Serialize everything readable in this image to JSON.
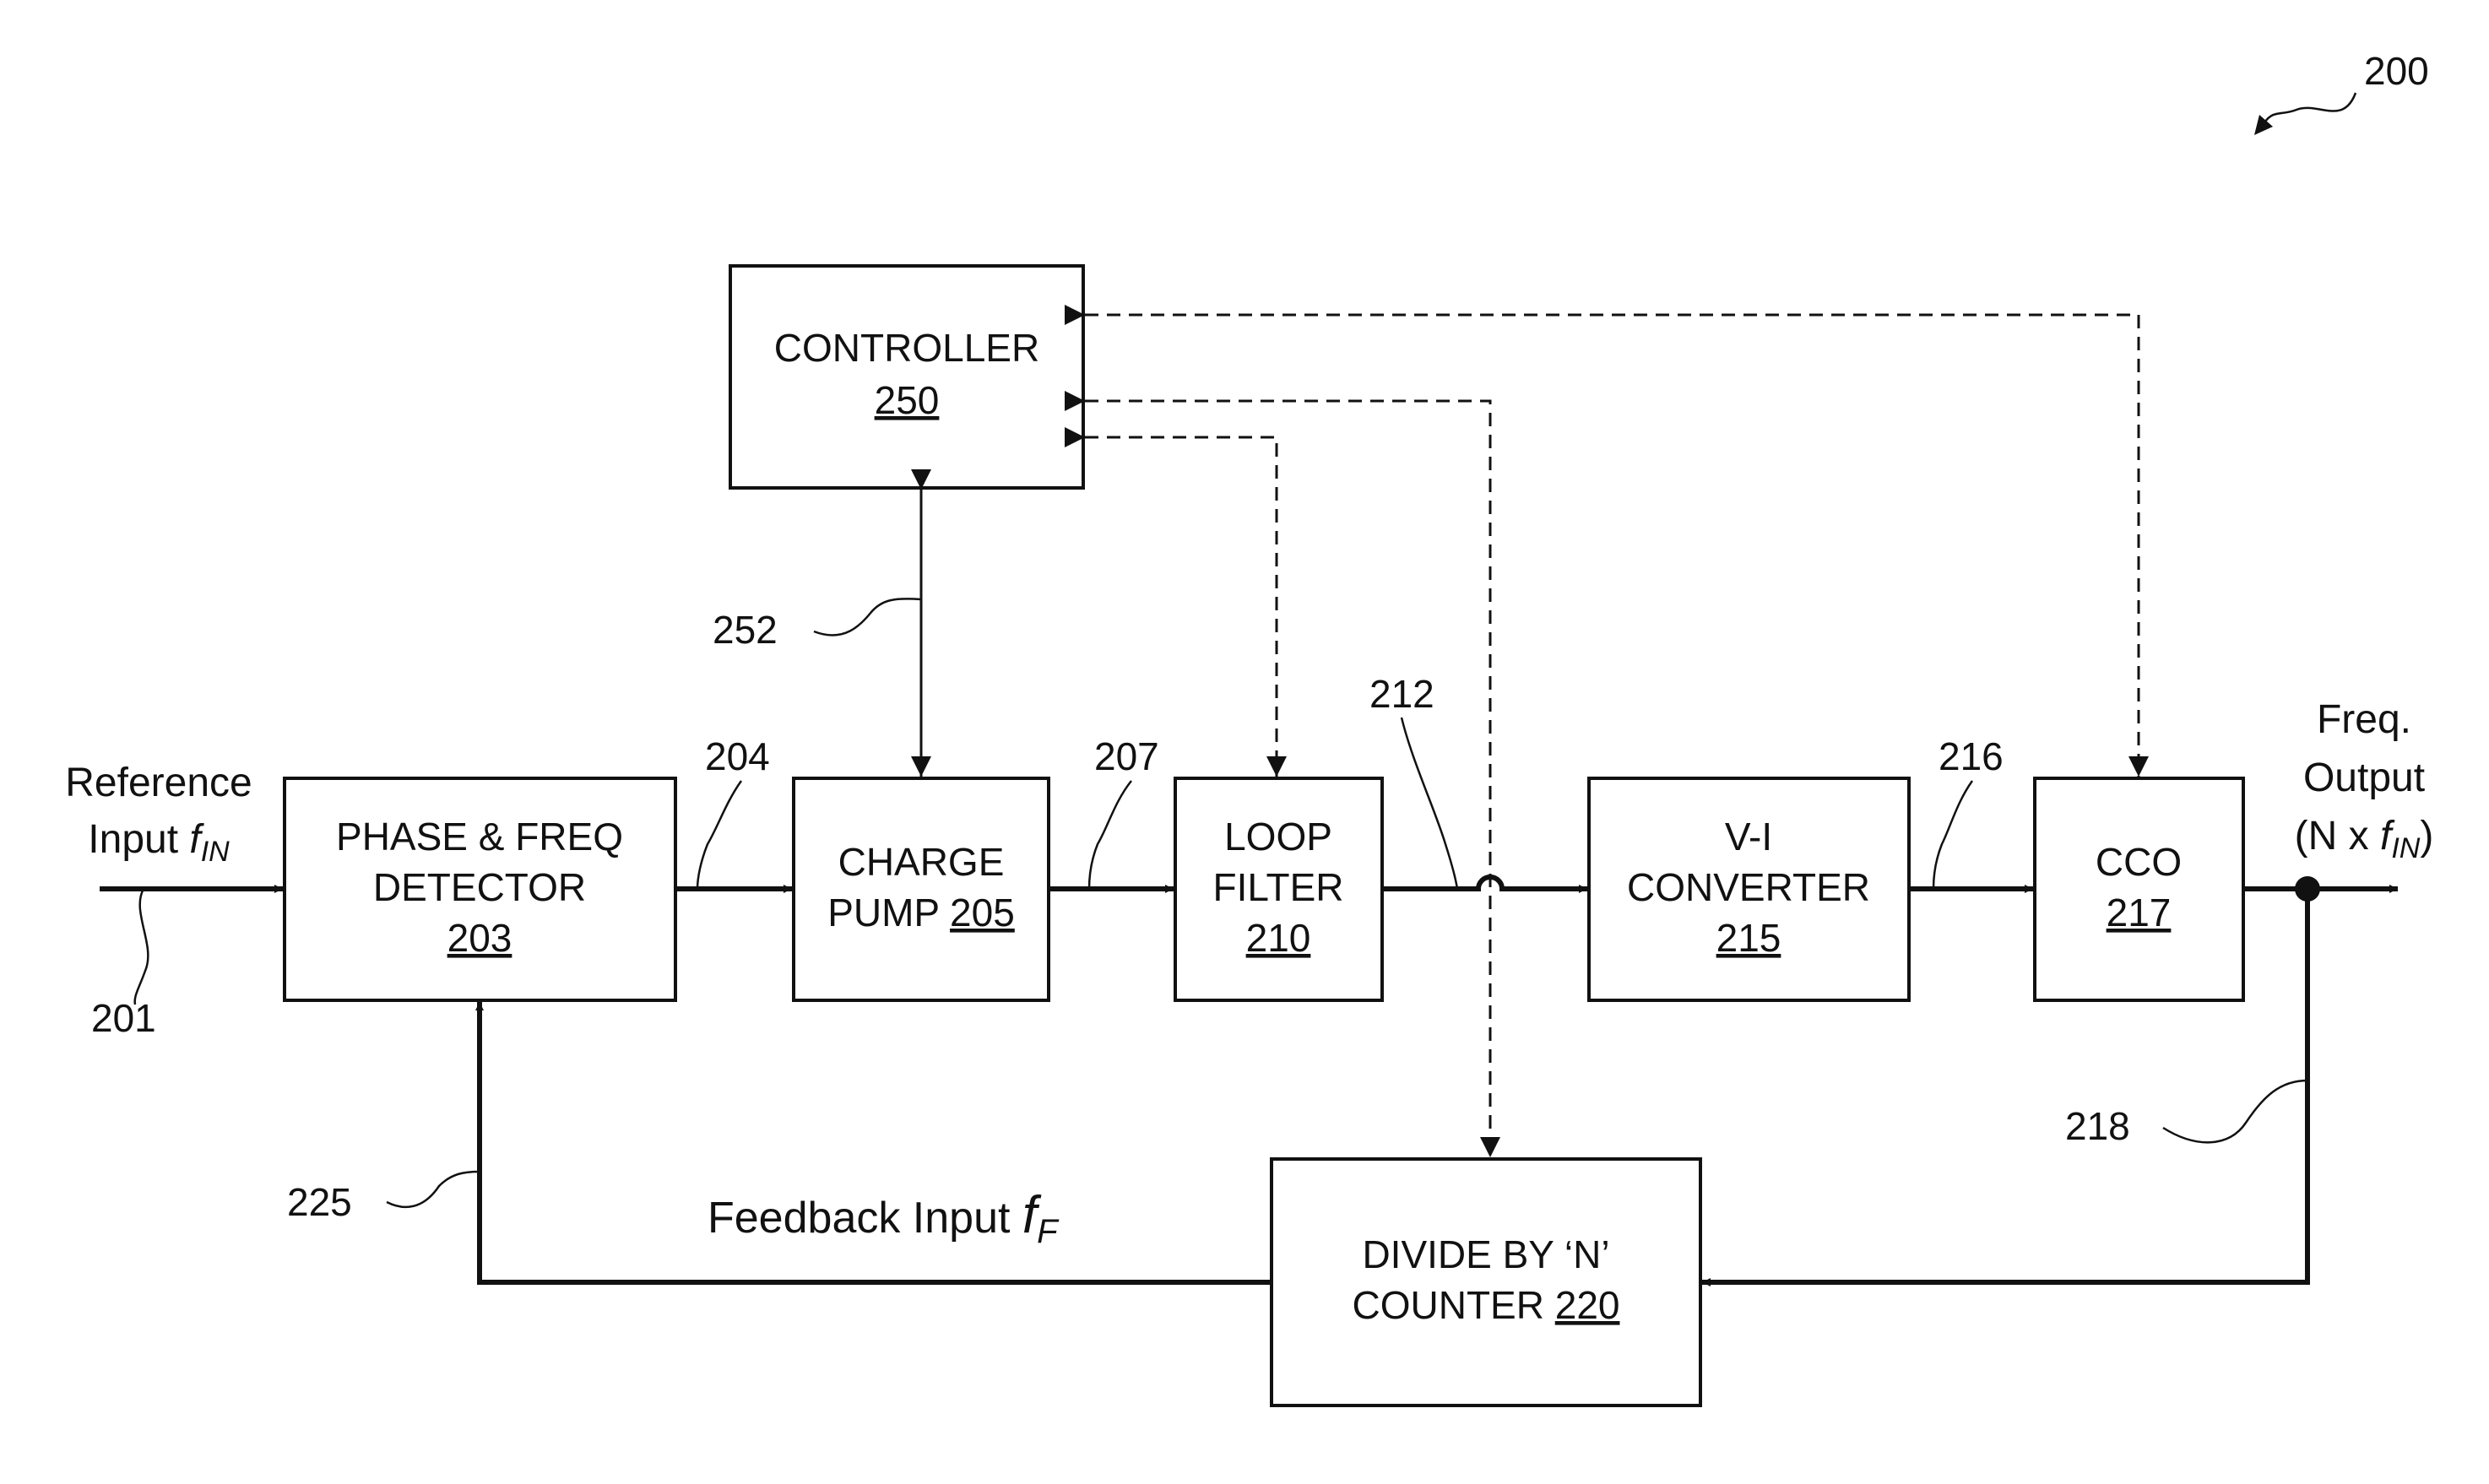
{
  "figure_number": "200",
  "blocks": {
    "controller": {
      "line1": "CONTROLLER",
      "ref": "250"
    },
    "phase_freq_detector": {
      "line1": "PHASE & FREQ",
      "line2": "DETECTOR",
      "ref": "203"
    },
    "charge_pump": {
      "line1": "CHARGE",
      "line2": "PUMP ",
      "ref": "205"
    },
    "loop_filter": {
      "line1": "LOOP",
      "line2": "FILTER",
      "ref": "210"
    },
    "vi_converter": {
      "line1": "V-I",
      "line2": "CONVERTER",
      "ref": "215"
    },
    "cco": {
      "line1": "CCO",
      "ref": "217"
    },
    "divider": {
      "line1": "DIVIDE BY ‘N’",
      "line2": "COUNTER ",
      "ref": "220"
    }
  },
  "signals": {
    "reference_input": {
      "line1": "Reference",
      "line2": "Input ",
      "symbol": "f",
      "subscript": "IN",
      "ref": "201"
    },
    "freq_output": {
      "line1": "Freq.",
      "line2": "Output",
      "line3_prefix": "(N x ",
      "symbol": "f",
      "subscript": "IN",
      "line3_suffix": ")"
    },
    "feedback_input": {
      "text": "Feedback Input ",
      "symbol": "f",
      "subscript": "F"
    }
  },
  "refs": {
    "r204": "204",
    "r207": "207",
    "r212": "212",
    "r216": "216",
    "r218": "218",
    "r225": "225",
    "r252": "252"
  }
}
